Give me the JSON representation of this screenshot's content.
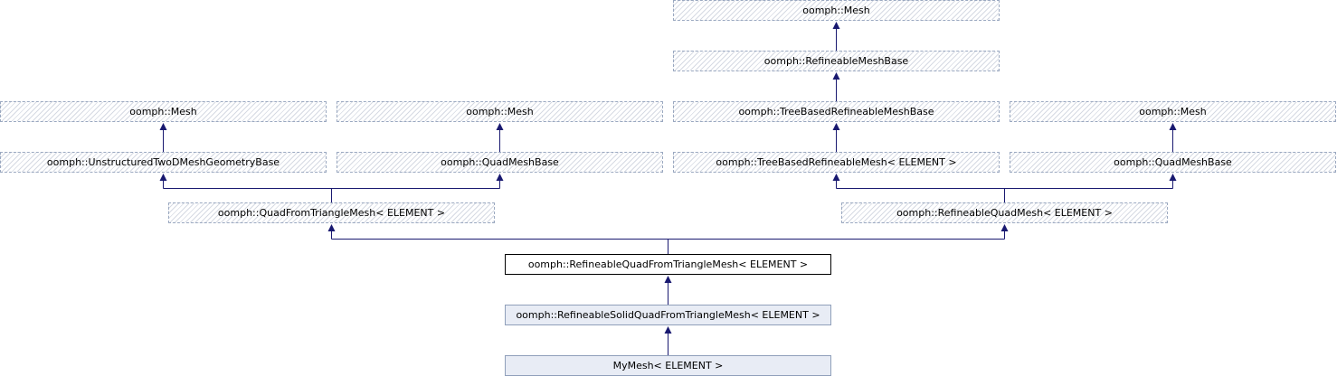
{
  "diagram": {
    "nodes": [
      {
        "id": "mesh_top",
        "label": "oomph::Mesh",
        "style": "hatched"
      },
      {
        "id": "refineable_mesh_base",
        "label": "oomph::RefineableMeshBase",
        "style": "hatched"
      },
      {
        "id": "mesh_a",
        "label": "oomph::Mesh",
        "style": "hatched"
      },
      {
        "id": "mesh_b",
        "label": "oomph::Mesh",
        "style": "hatched"
      },
      {
        "id": "tree_based_refineable_mesh_base",
        "label": "oomph::TreeBasedRefineableMeshBase",
        "style": "hatched"
      },
      {
        "id": "mesh_c",
        "label": "oomph::Mesh",
        "style": "hatched"
      },
      {
        "id": "unstructured_two_d_mesh_geometry_base",
        "label": "oomph::UnstructuredTwoDMeshGeometryBase",
        "style": "hatched"
      },
      {
        "id": "quad_mesh_base_a",
        "label": "oomph::QuadMeshBase",
        "style": "hatched"
      },
      {
        "id": "tree_based_refineable_mesh",
        "label": "oomph::TreeBasedRefineableMesh< ELEMENT >",
        "style": "hatched"
      },
      {
        "id": "quad_mesh_base_b",
        "label": "oomph::QuadMeshBase",
        "style": "hatched"
      },
      {
        "id": "quad_from_triangle_mesh",
        "label": "oomph::QuadFromTriangleMesh< ELEMENT >",
        "style": "hatched"
      },
      {
        "id": "refineable_quad_mesh",
        "label": "oomph::RefineableQuadMesh< ELEMENT >",
        "style": "hatched"
      },
      {
        "id": "refineable_quad_from_triangle_mesh",
        "label": "oomph::RefineableQuadFromTriangleMesh< ELEMENT >",
        "style": "current"
      },
      {
        "id": "refineable_solid_quad_from_triangle_mesh",
        "label": "oomph::RefineableSolidQuadFromTriangleMesh< ELEMENT >",
        "style": "derived"
      },
      {
        "id": "my_mesh",
        "label": "MyMesh< ELEMENT >",
        "style": "derived"
      }
    ],
    "edges": [
      {
        "from": "refineable_mesh_base",
        "to": "mesh_top"
      },
      {
        "from": "tree_based_refineable_mesh_base",
        "to": "refineable_mesh_base"
      },
      {
        "from": "unstructured_two_d_mesh_geometry_base",
        "to": "mesh_a"
      },
      {
        "from": "quad_mesh_base_a",
        "to": "mesh_b"
      },
      {
        "from": "tree_based_refineable_mesh",
        "to": "tree_based_refineable_mesh_base"
      },
      {
        "from": "quad_mesh_base_b",
        "to": "mesh_c"
      },
      {
        "from": "quad_from_triangle_mesh",
        "to": "unstructured_two_d_mesh_geometry_base"
      },
      {
        "from": "quad_from_triangle_mesh",
        "to": "quad_mesh_base_a"
      },
      {
        "from": "refineable_quad_mesh",
        "to": "tree_based_refineable_mesh"
      },
      {
        "from": "refineable_quad_mesh",
        "to": "quad_mesh_base_b"
      },
      {
        "from": "refineable_quad_from_triangle_mesh",
        "to": "quad_from_triangle_mesh"
      },
      {
        "from": "refineable_quad_from_triangle_mesh",
        "to": "refineable_quad_mesh"
      },
      {
        "from": "refineable_solid_quad_from_triangle_mesh",
        "to": "refineable_quad_from_triangle_mesh"
      },
      {
        "from": "my_mesh",
        "to": "refineable_solid_quad_from_triangle_mesh"
      }
    ],
    "colors": {
      "edge": "#191970",
      "hatched_border": "#9aa8c0",
      "current_border": "#000000",
      "derived_fill": "#e8ecf5"
    }
  }
}
